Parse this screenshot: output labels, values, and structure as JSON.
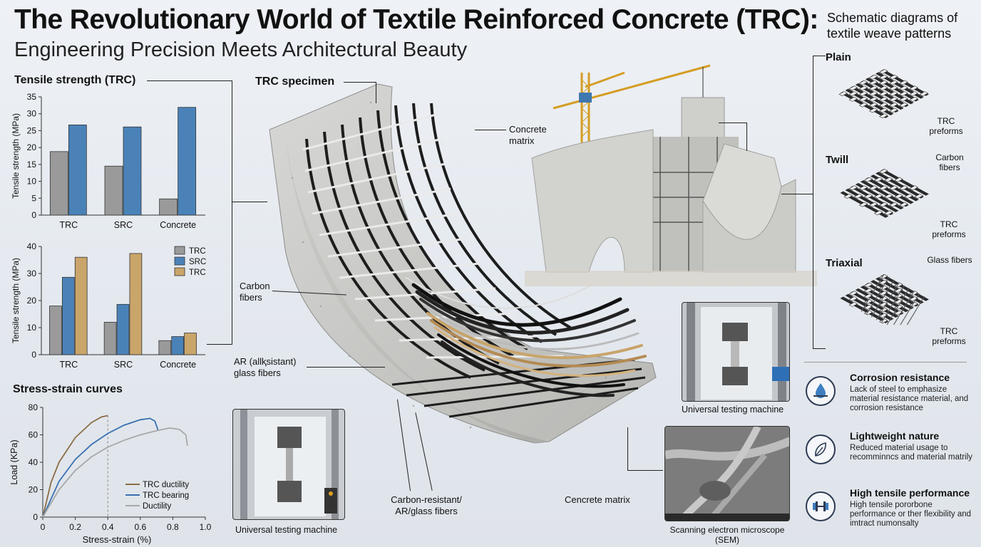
{
  "header": {
    "title": "The Revolutionary World of Textile Reinforced Concrete (TRC):",
    "subtitle": "Engineering Precision Meets Architectural Beauty",
    "weave_heading": "Schematic diagrams of textile weave patterns"
  },
  "colors": {
    "gray_bar": "#9a9a9a",
    "blue_bar": "#4a82b8",
    "gold_bar": "#c9a56a",
    "brown_line": "#8b6d45",
    "blue_line": "#3a6fb0",
    "gray_line": "#a8a8a8"
  },
  "chart_data": [
    {
      "type": "bar",
      "title": "Tensile strength (TRC)",
      "ylabel": "Tensile strength (MPa)",
      "categories": [
        "TRC",
        "SRC",
        "Concrete"
      ],
      "ylim": [
        0,
        35
      ],
      "yticks": [
        "0",
        "5",
        "10",
        "15",
        "20",
        "25",
        "30",
        "35"
      ],
      "series": [
        {
          "values": [
            18.8,
            14.5,
            4.8
          ],
          "color": "gray_bar"
        },
        {
          "values": [
            26.7,
            26.1,
            31.9
          ],
          "color": "blue_bar"
        }
      ],
      "grid": false
    },
    {
      "type": "bar",
      "ylabel": "Tensile strength (MPa)",
      "categories": [
        "TRC",
        "SRC",
        "Concrete"
      ],
      "ylim": [
        0,
        40
      ],
      "yticks": [
        "0",
        "10",
        "20",
        "30",
        "40"
      ],
      "series": [
        {
          "name": "TRC",
          "values": [
            18,
            12,
            5.2
          ],
          "color": "gray_bar"
        },
        {
          "name": "SRC",
          "values": [
            28.6,
            18.6,
            6.7
          ],
          "color": "blue_bar"
        },
        {
          "name": "TRC",
          "values": [
            36,
            37.4,
            8
          ],
          "color": "gold_bar"
        }
      ],
      "legend": "top-right",
      "grid": false
    },
    {
      "type": "line",
      "title": "Stress-strain curves",
      "xlabel": "Stress-strain (%)",
      "ylabel": "Load (KPa)",
      "xlim": [
        0,
        1.0
      ],
      "ylim": [
        0,
        80
      ],
      "xticks": [
        "0",
        "0.2",
        "0.4",
        "0.6",
        "0.8",
        "1.0"
      ],
      "yticks": [
        "0",
        "20",
        "40",
        "60",
        "80"
      ],
      "series": [
        {
          "name": "TRC ductility",
          "color": "brown_line",
          "x": [
            0,
            0.05,
            0.1,
            0.2,
            0.3,
            0.36,
            0.4
          ],
          "y": [
            0,
            25,
            40,
            58,
            69,
            73,
            74
          ]
        },
        {
          "name": "TRC bearing",
          "color": "blue_line",
          "x": [
            0,
            0.1,
            0.2,
            0.3,
            0.4,
            0.5,
            0.6,
            0.66,
            0.69,
            0.71
          ],
          "y": [
            0,
            26,
            42,
            53,
            61,
            67,
            71,
            72,
            70,
            63
          ]
        },
        {
          "name": "Ductility",
          "color": "gray_line",
          "x": [
            0,
            0.1,
            0.2,
            0.3,
            0.4,
            0.5,
            0.6,
            0.7,
            0.78,
            0.84,
            0.88,
            0.89
          ],
          "y": [
            0,
            20,
            34,
            44,
            51,
            56,
            60,
            63,
            65,
            64,
            60,
            52
          ]
        }
      ],
      "reference_line_x": 0.4,
      "legend": "bottom-right",
      "grid": false
    }
  ],
  "specimen": {
    "heading": "TRC specimen",
    "labels": {
      "concrete_matrix_top": "Concrete matrix",
      "carbon_fibers": "Carbon fibers",
      "ar_glass_fibers": "AR (allⱪsistant) glass fibers",
      "carbon_resistant": "Carbon-resistant/ AR/glass fibers",
      "concrete_matrix_bottom": "Cencrete matrix"
    }
  },
  "photos": {
    "utm_left": "Universal testing machine",
    "utm_right": "Universal testing machine",
    "sem": "Scanning electron microscope (SEM)"
  },
  "weaves": [
    {
      "name": "Plain",
      "labels": [
        "TRC preforms"
      ]
    },
    {
      "name": "Twill",
      "labels": [
        "Carbon fibers",
        "TRC preforms"
      ]
    },
    {
      "name": "Triaxial",
      "labels": [
        "Glass fibers",
        "TRC preforms"
      ]
    }
  ],
  "features": [
    {
      "title": "Corrosion resistance",
      "icon": "corrosion-icon",
      "text": "Lack of steel to emphasize material resistance material, and corrosion resistance"
    },
    {
      "title": "Lightweight nature",
      "icon": "feather-icon",
      "text": "Reduced material usage to recomminncs and material matrily"
    },
    {
      "title": "High tensile performance",
      "icon": "dumbbell-icon",
      "text": "High tensile pororbone performance or ther flexibility and imtract numonsalty"
    }
  ]
}
